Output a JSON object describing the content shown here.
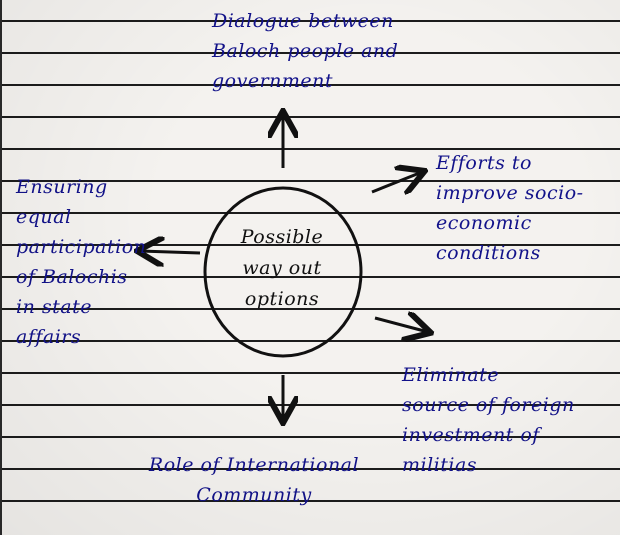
{
  "center": {
    "text": "Possible\nway out\noptions"
  },
  "branches": {
    "top": "Dialogue between\nBaloch people and\ngovernment",
    "upper_right": "Efforts to\nimprove socio-\neconomic\nconditions",
    "lower_right": "Eliminate\nsource of foreign\ninvestment of\nmilitias",
    "bottom": "Role of International\nCommunity",
    "left": "Ensuring\nequal\nparticipation\nof Balochis\nin state\naffairs"
  },
  "colors": {
    "ink_blue": "#12128a",
    "ink_black": "#111111",
    "paper": "#f4f2ef"
  }
}
